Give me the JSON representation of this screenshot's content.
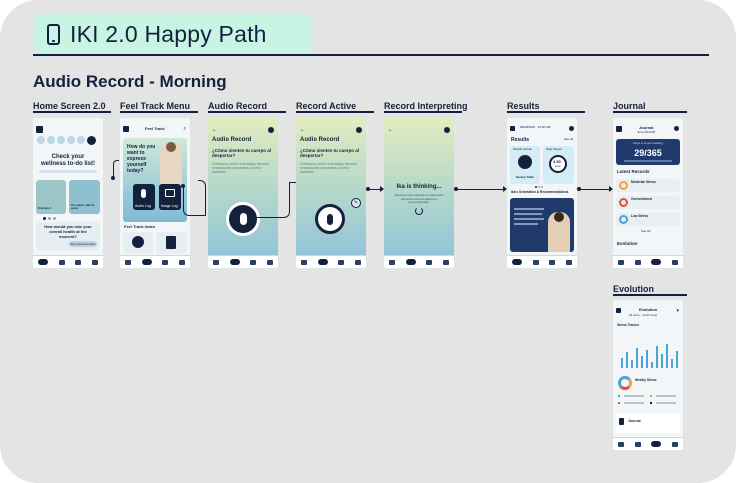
{
  "board": {
    "title": "IKI 2.0 Happy Path",
    "section": "Audio Record - Morning"
  },
  "frames": [
    {
      "id": "home",
      "label": "Home Screen 2.0"
    },
    {
      "id": "feel",
      "label": "Feel Track Menu"
    },
    {
      "id": "audio",
      "label": "Audio Record"
    },
    {
      "id": "active",
      "label": "Record Active"
    },
    {
      "id": "interp",
      "label": "Record Interpreting"
    },
    {
      "id": "results",
      "label": "Results"
    },
    {
      "id": "journal",
      "label": "Journal"
    },
    {
      "id": "evolution",
      "label": "Evolution"
    }
  ],
  "home": {
    "todo": "Check your wellness to-do list!",
    "card_left": "Energía 1",
    "card_right": "Tu sueño vale la pena",
    "question": "How would you rate your overall health at the moment?",
    "cta": "Start questionnaire"
  },
  "feel": {
    "title": "Feel Track",
    "prompt": "How do you want to express yourself today?",
    "audio_log": "Audio Log",
    "image_log": "Image Log",
    "index": "Feel Track Index"
  },
  "audio": {
    "title": "Audio Record",
    "question": "¿Cómo sientes tu cuerpo al despertar?",
    "hint": "Cuéntanos sobre tu energía, tensión, sensaciones corporales y cómo dormiste."
  },
  "interp": {
    "thinking": "Ika is thinking...",
    "sub": "Estamos interpretando tu audio para ofrecerte recomendaciones personalizadas."
  },
  "results": {
    "date": "09/08/2025 · 10:00 AM",
    "heading": "Results",
    "see_all": "See all",
    "card1": "Estado Actual",
    "card1_value": "Serene State",
    "card2": "Daily Stress",
    "card2_value": "3.50",
    "card2_unit": "Low",
    "section": "Ika's Orientation & Recommendations"
  },
  "journal": {
    "title": "Journal",
    "date": "June 08 2025",
    "streak": "29/365",
    "streak_label": "Days in a row tracking",
    "latest": "Latest Records",
    "see_all": "See All",
    "records": [
      "Moderate Stress",
      "Overwhelmed",
      "Low Stress"
    ],
    "evolution": "Evolution"
  },
  "evolution": {
    "title": "Evolution",
    "range": "03 June - 14 23 June",
    "tracker": "Stress Tracker",
    "weekly": "Weekly Stress",
    "journal": "Journal"
  },
  "nav": [
    "Home",
    "Feel Track",
    "Evolution",
    "Guidance"
  ],
  "colors": {
    "navy": "#14213d",
    "mint": "#c8f4e4",
    "board": "#e4e4e4",
    "accent": "#4ba3d6"
  }
}
